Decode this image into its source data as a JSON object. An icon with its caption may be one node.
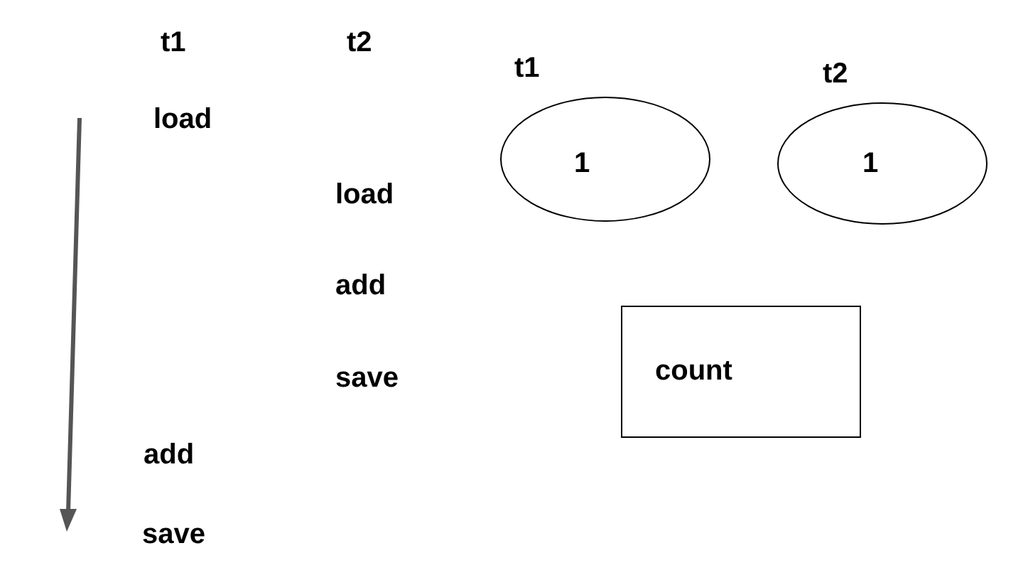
{
  "diagram": {
    "nodes": [
      {
        "text": [
          "t1",
          "1"
        ]
      },
      {
        "text": [
          "t2",
          "1"
        ]
      },
      {
        "text": [
          "count"
        ]
      }
    ],
    "labels": [
      "t1",
      "t2",
      "load",
      "load",
      "add",
      "save",
      "add",
      "save"
    ]
  }
}
